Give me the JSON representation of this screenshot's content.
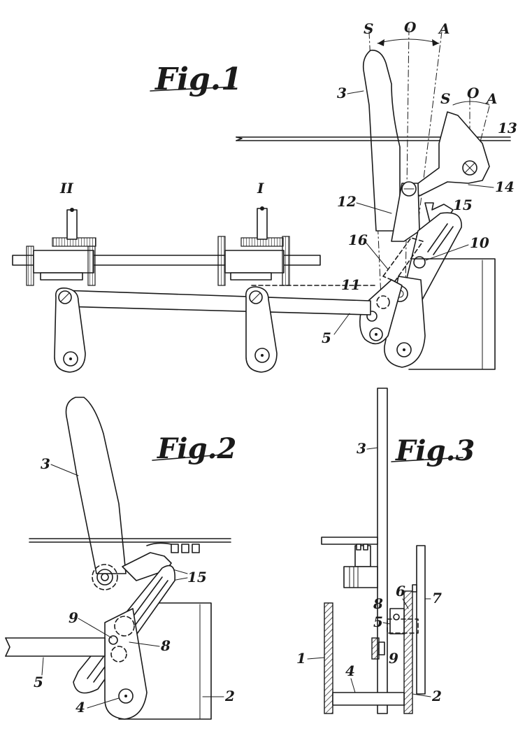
{
  "figures": [
    {
      "id": "fig1",
      "caption": "Fig.1"
    },
    {
      "id": "fig2",
      "caption": "Fig.2"
    },
    {
      "id": "fig3",
      "caption": "Fig.3"
    }
  ],
  "fig1_labels": {
    "pos_s": "S",
    "pos_o": "O",
    "pos_a": "A",
    "small_s": "S",
    "small_o": "O",
    "small_a": "A",
    "shaft_ii": "II",
    "shaft_i": "I",
    "n3": "3",
    "n13": "13",
    "n14": "14",
    "n12": "12",
    "n15": "15",
    "n16": "16",
    "n10": "10",
    "n11": "11",
    "n5": "5"
  },
  "fig2_labels": {
    "n3": "3",
    "n15": "15",
    "n9": "9",
    "n8": "8",
    "n5": "5",
    "n4": "4",
    "n2": "2"
  },
  "fig3_labels": {
    "n3": "3",
    "n6": "6",
    "n7": "7",
    "n8": "8",
    "n5": "5",
    "n9": "9",
    "n1": "1",
    "n4": "4",
    "n2": "2"
  }
}
